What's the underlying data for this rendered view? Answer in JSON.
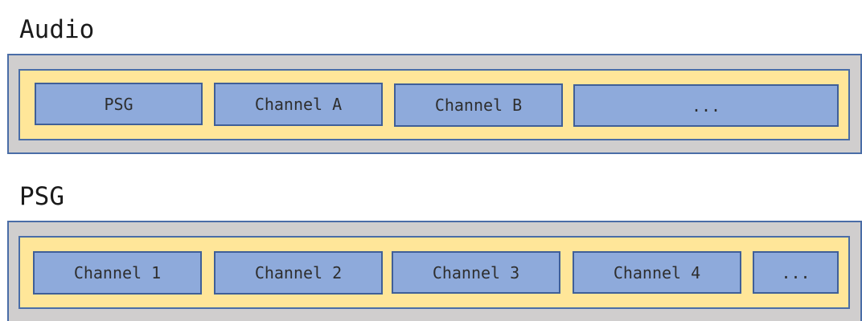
{
  "audio": {
    "title": "Audio",
    "items": [
      "PSG",
      "Channel A",
      "Channel B",
      "..."
    ]
  },
  "psg": {
    "title": "PSG",
    "items": [
      "Channel 1",
      "Channel 2",
      "Channel 3",
      "Channel 4",
      "..."
    ]
  },
  "colors": {
    "outer_fill": "#d0cece",
    "inner_fill": "#ffe699",
    "box_fill": "#8eaadb",
    "border": "#4a6da7"
  }
}
